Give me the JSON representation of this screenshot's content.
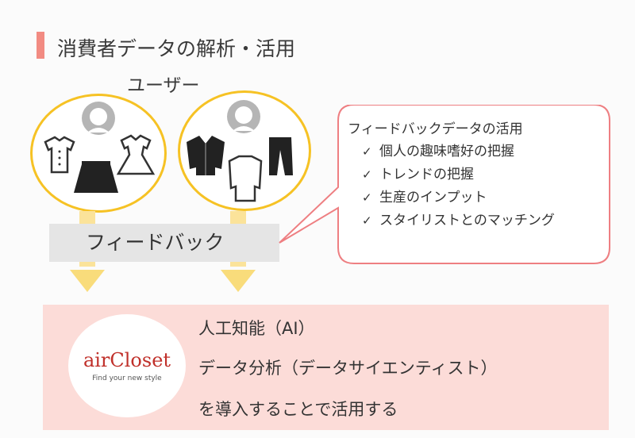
{
  "title": "消費者データの解析・活用",
  "user_label": "ユーザー",
  "feedback_label": "フィードバック",
  "callout": {
    "title": "フィードバックデータの活用",
    "items": [
      "個人の趣味嗜好の把握",
      "トレンドの把握",
      "生産のインプット",
      "スタイリストとのマッチング"
    ]
  },
  "logo": {
    "name": "airCloset",
    "tagline": "Find your new style"
  },
  "bottom": {
    "line1": "人工知能（AI）",
    "line2": "データ分析（データサイエンティスト）",
    "line3": "を導入することで活用する"
  },
  "colors": {
    "accent": "#f28b82",
    "circle_border": "#f6c224",
    "arrow": "#f9dc7b",
    "bottom_box": "#fcdcd8",
    "logo": "#c0302a"
  }
}
